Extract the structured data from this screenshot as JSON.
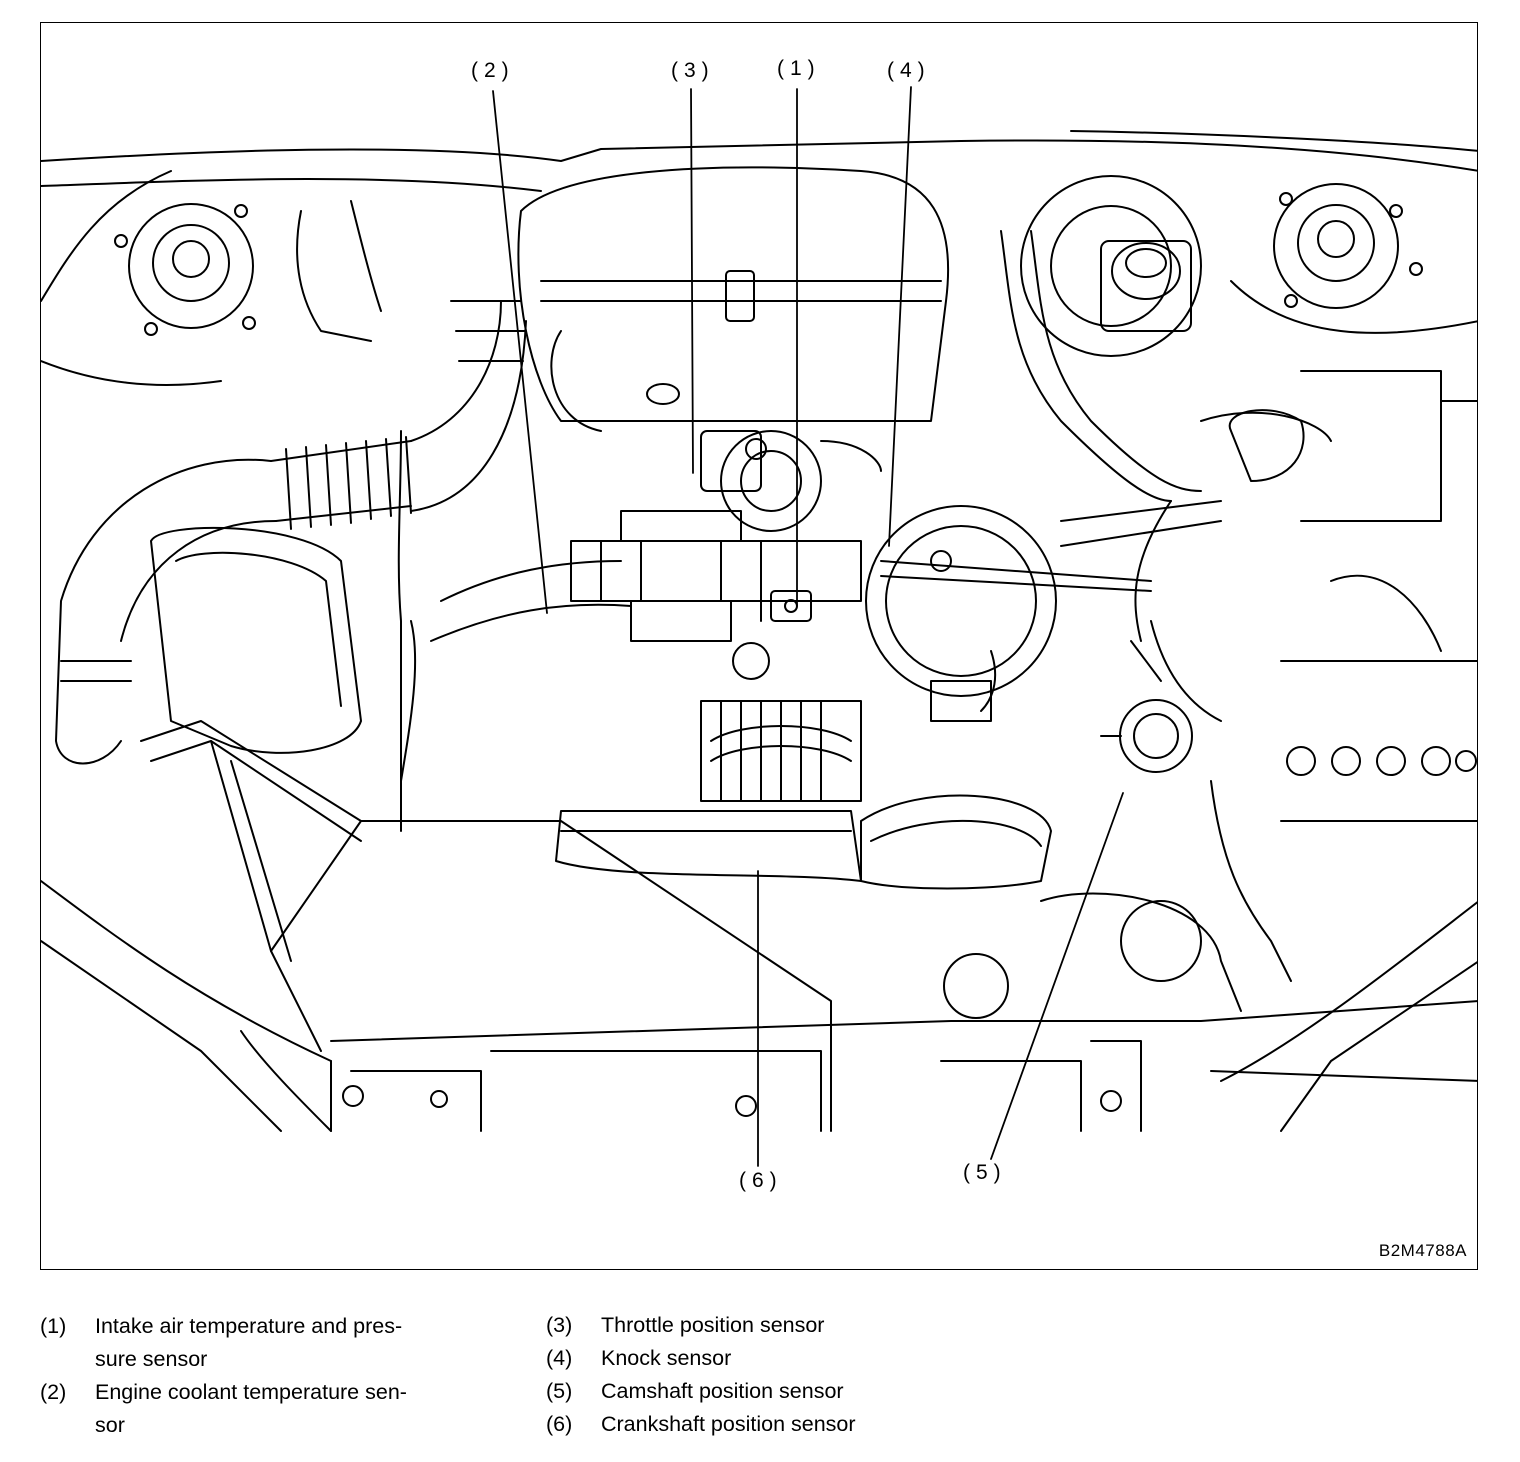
{
  "figure": {
    "code": "B2M4788A",
    "callouts": [
      {
        "id": "1",
        "label": "(1)"
      },
      {
        "id": "2",
        "label": "(2)"
      },
      {
        "id": "3",
        "label": "(3)"
      },
      {
        "id": "4",
        "label": "(4)"
      },
      {
        "id": "5",
        "label": "(5)"
      },
      {
        "id": "6",
        "label": "(6)"
      }
    ]
  },
  "legend": [
    {
      "num": "(1)",
      "line1": "Intake air temperature and pres-",
      "line2": "sure sensor"
    },
    {
      "num": "(2)",
      "line1": "Engine coolant temperature sen-",
      "line2": "sor"
    },
    {
      "num": "(3)",
      "line1": "Throttle position sensor"
    },
    {
      "num": "(4)",
      "line1": "Knock sensor"
    },
    {
      "num": "(5)",
      "line1": "Camshaft position sensor"
    },
    {
      "num": "(6)",
      "line1": "Crankshaft position sensor"
    }
  ],
  "colors": {
    "ink": "#000000",
    "paper": "#ffffff"
  }
}
